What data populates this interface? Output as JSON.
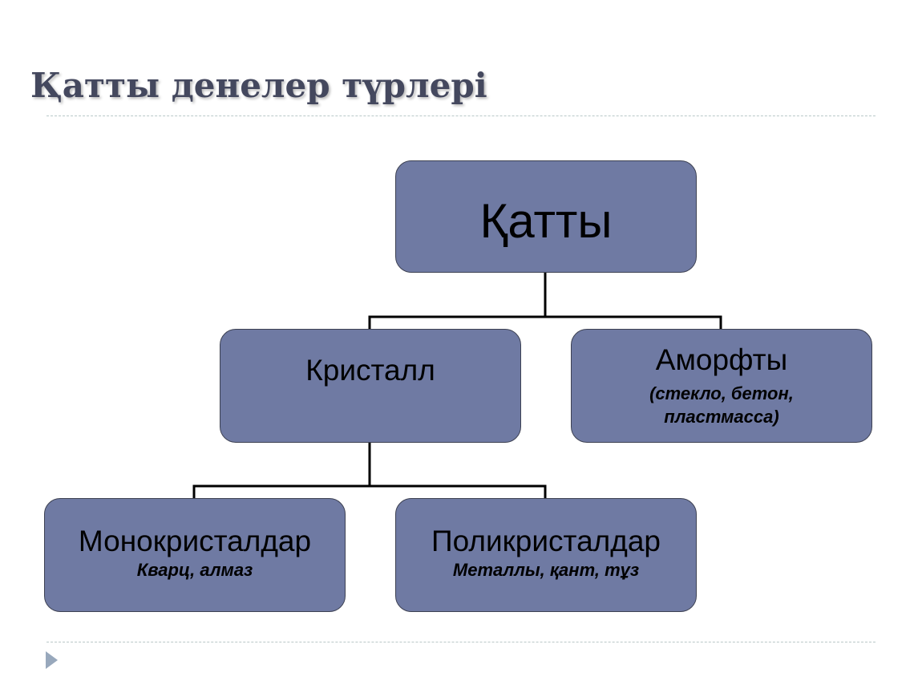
{
  "slide": {
    "title": "Қатты денелер түрлері"
  },
  "diagram": {
    "root": {
      "label": "Қатты"
    },
    "crystal": {
      "label": "Кристалл"
    },
    "amorphous": {
      "label": "Аморфты",
      "examples": "(стекло, бетон, пластмасса)"
    },
    "mono": {
      "label": "Монокристалдар",
      "examples": "Кварц, алмаз"
    },
    "poly": {
      "label": "Поликристалдар",
      "examples": "Металлы, қант, тұз"
    }
  },
  "colors": {
    "node_fill": "#6f7aa3",
    "node_border": "#3d4152",
    "title_text": "#44485e",
    "connector": "#000000"
  }
}
